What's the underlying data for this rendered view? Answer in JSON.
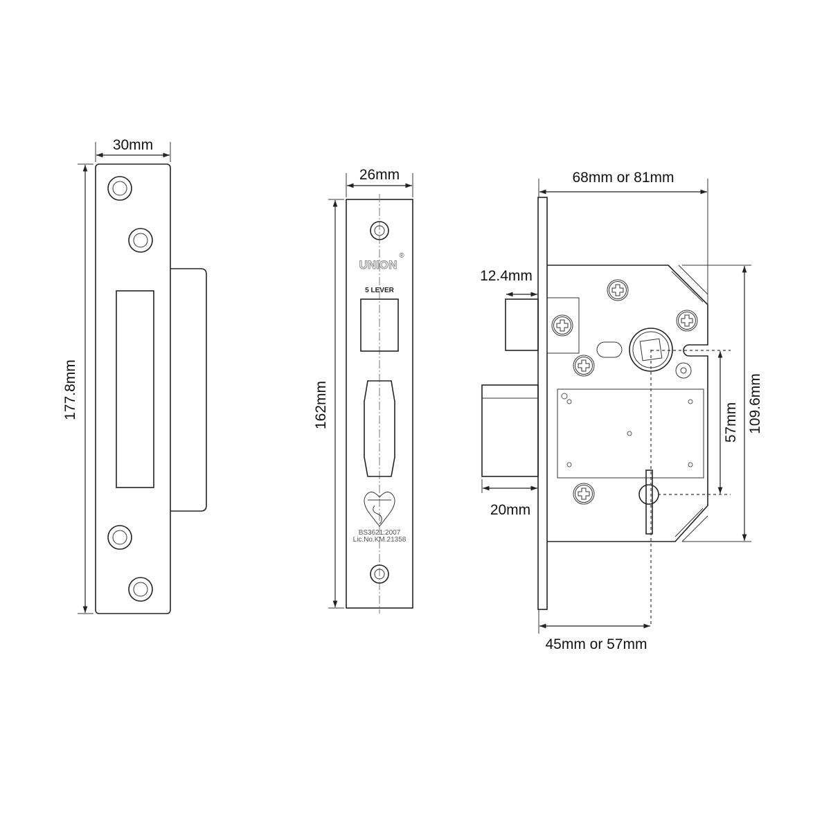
{
  "strike_plate": {
    "width_label": "30mm",
    "height_label": "177.8mm"
  },
  "faceplate": {
    "width_label": "26mm",
    "height_label": "162mm",
    "brand": "UNION",
    "brand_mark": "®",
    "lever_text": "5 LEVER",
    "standard_text": "BS3621:2007",
    "licence_text": "Lic.No.KM.21358"
  },
  "lock_body": {
    "depth_label": "68mm or 81mm",
    "latch_throw_label": "12.4mm",
    "bolt_throw_label": "20mm",
    "backset_label": "45mm or 57mm",
    "centres_label": "57mm",
    "body_height_label": "109.6mm"
  }
}
